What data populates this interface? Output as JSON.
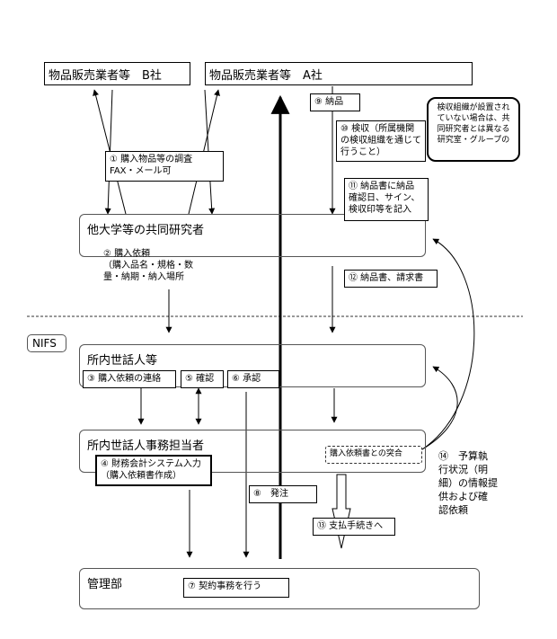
{
  "headers": {
    "vendor_b": "物品販売業者等　B社",
    "vendor_a": "物品販売業者等　A社"
  },
  "nifs_label": "NIFS",
  "lanes": {
    "researcher": "他大学等の共同研究者",
    "caretaker": "所内世話人等",
    "admin": "所内世話人事務担当者",
    "management": "管理部"
  },
  "steps": {
    "s1": "① 購入物品等の調査\nFAX・メール可",
    "s2": "② 購入依頼\n（購入品名・規格・数\n量・納期・納入場所",
    "s3": "③ 購入依頼の連絡",
    "s4": "④ 財務会計システム入力\n（購入依頼書作成）",
    "s5": "⑤ 確認",
    "s6": "⑥ 承認",
    "s7": "⑦ 契約事務を行う",
    "s8": "⑧　発注",
    "s9": "⑨ 納品",
    "s10": "⑩ 検収（所属機関\nの検収組織を通じて\n行うこと）",
    "s11": "⑪ 納品書に納品\n確認日、サイン、\n検収印等を記入",
    "s12": "⑫ 納品書、請求書",
    "s13": "⑬ 支払手続きへ",
    "s14": "⑭　予算執\n行状況（明\n細）の情報提\n供および確\n認依頼"
  },
  "compare_note": "購入依頼書との突合",
  "callout": "検収組織が設置され\nていない場合は、共\n同研究者とは異なる\n研究室・グループの"
}
